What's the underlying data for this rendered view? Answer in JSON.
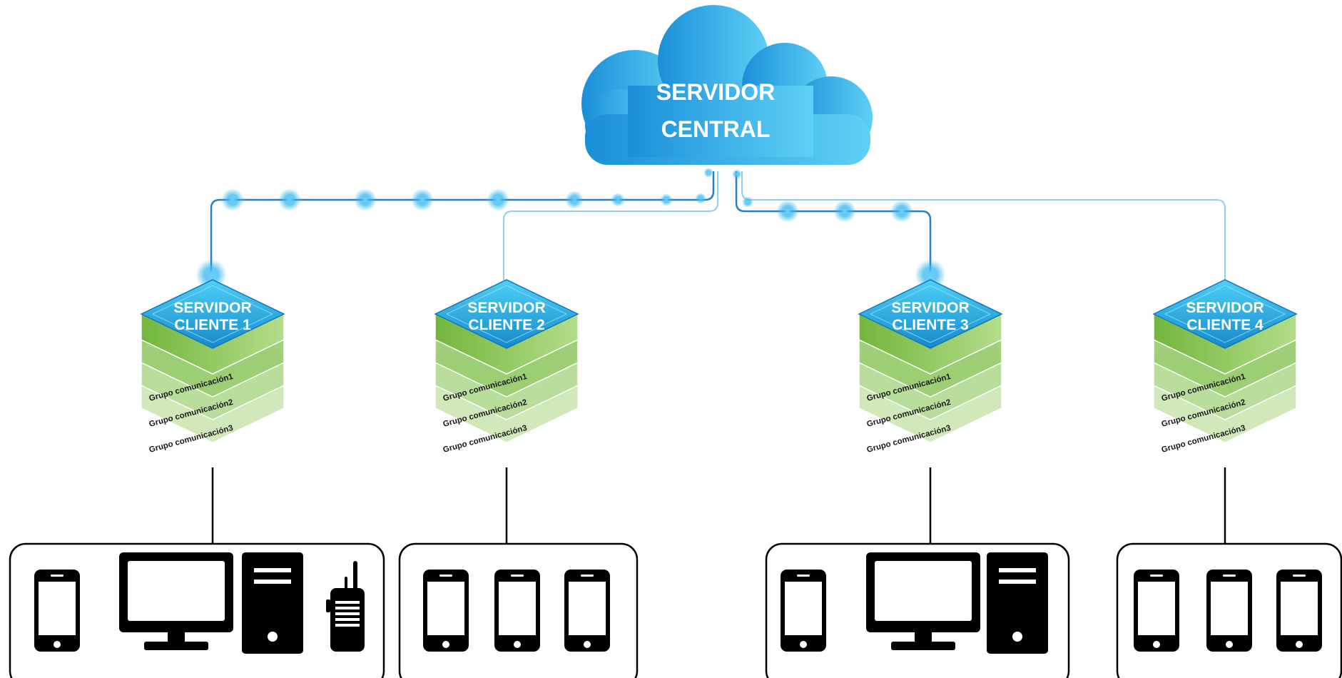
{
  "central_server": {
    "line1": "SERVIDOR",
    "line2": "CENTRAL"
  },
  "client_servers": [
    {
      "line1": "SERVIDOR",
      "line2": "CLIENTE 1",
      "groups": [
        "Grupo comunicación1",
        "Grupo comunicación2",
        "Grupo comunicación3"
      ],
      "devices": [
        "phone",
        "desktop-monitor",
        "pc-tower",
        "walkie-talkie"
      ],
      "link": "active"
    },
    {
      "line1": "SERVIDOR",
      "line2": "CLIENTE 2",
      "groups": [
        "Grupo comunicación1",
        "Grupo comunicación2",
        "Grupo comunicación3"
      ],
      "devices": [
        "phone",
        "phone",
        "phone"
      ],
      "link": "idle"
    },
    {
      "line1": "SERVIDOR",
      "line2": "CLIENTE 3",
      "groups": [
        "Grupo comunicación1",
        "Grupo comunicación2",
        "Grupo comunicación3"
      ],
      "devices": [
        "phone",
        "desktop-monitor",
        "pc-tower"
      ],
      "link": "active"
    },
    {
      "line1": "SERVIDOR",
      "line2": "CLIENTE 4",
      "groups": [
        "Grupo comunicación1",
        "Grupo comunicación2",
        "Grupo comunicación3"
      ],
      "devices": [
        "phone",
        "phone",
        "phone"
      ],
      "link": "idle"
    }
  ],
  "colors": {
    "cloud_start": "#1a8fd8",
    "cloud_end": "#62d0f5",
    "server_top": "#1ea0dc",
    "server_green": "#7fc04a",
    "link_active": "#2a7fc4",
    "link_idle": "#8fd0ee",
    "glow": "#35b8ef",
    "device": "#000000"
  }
}
